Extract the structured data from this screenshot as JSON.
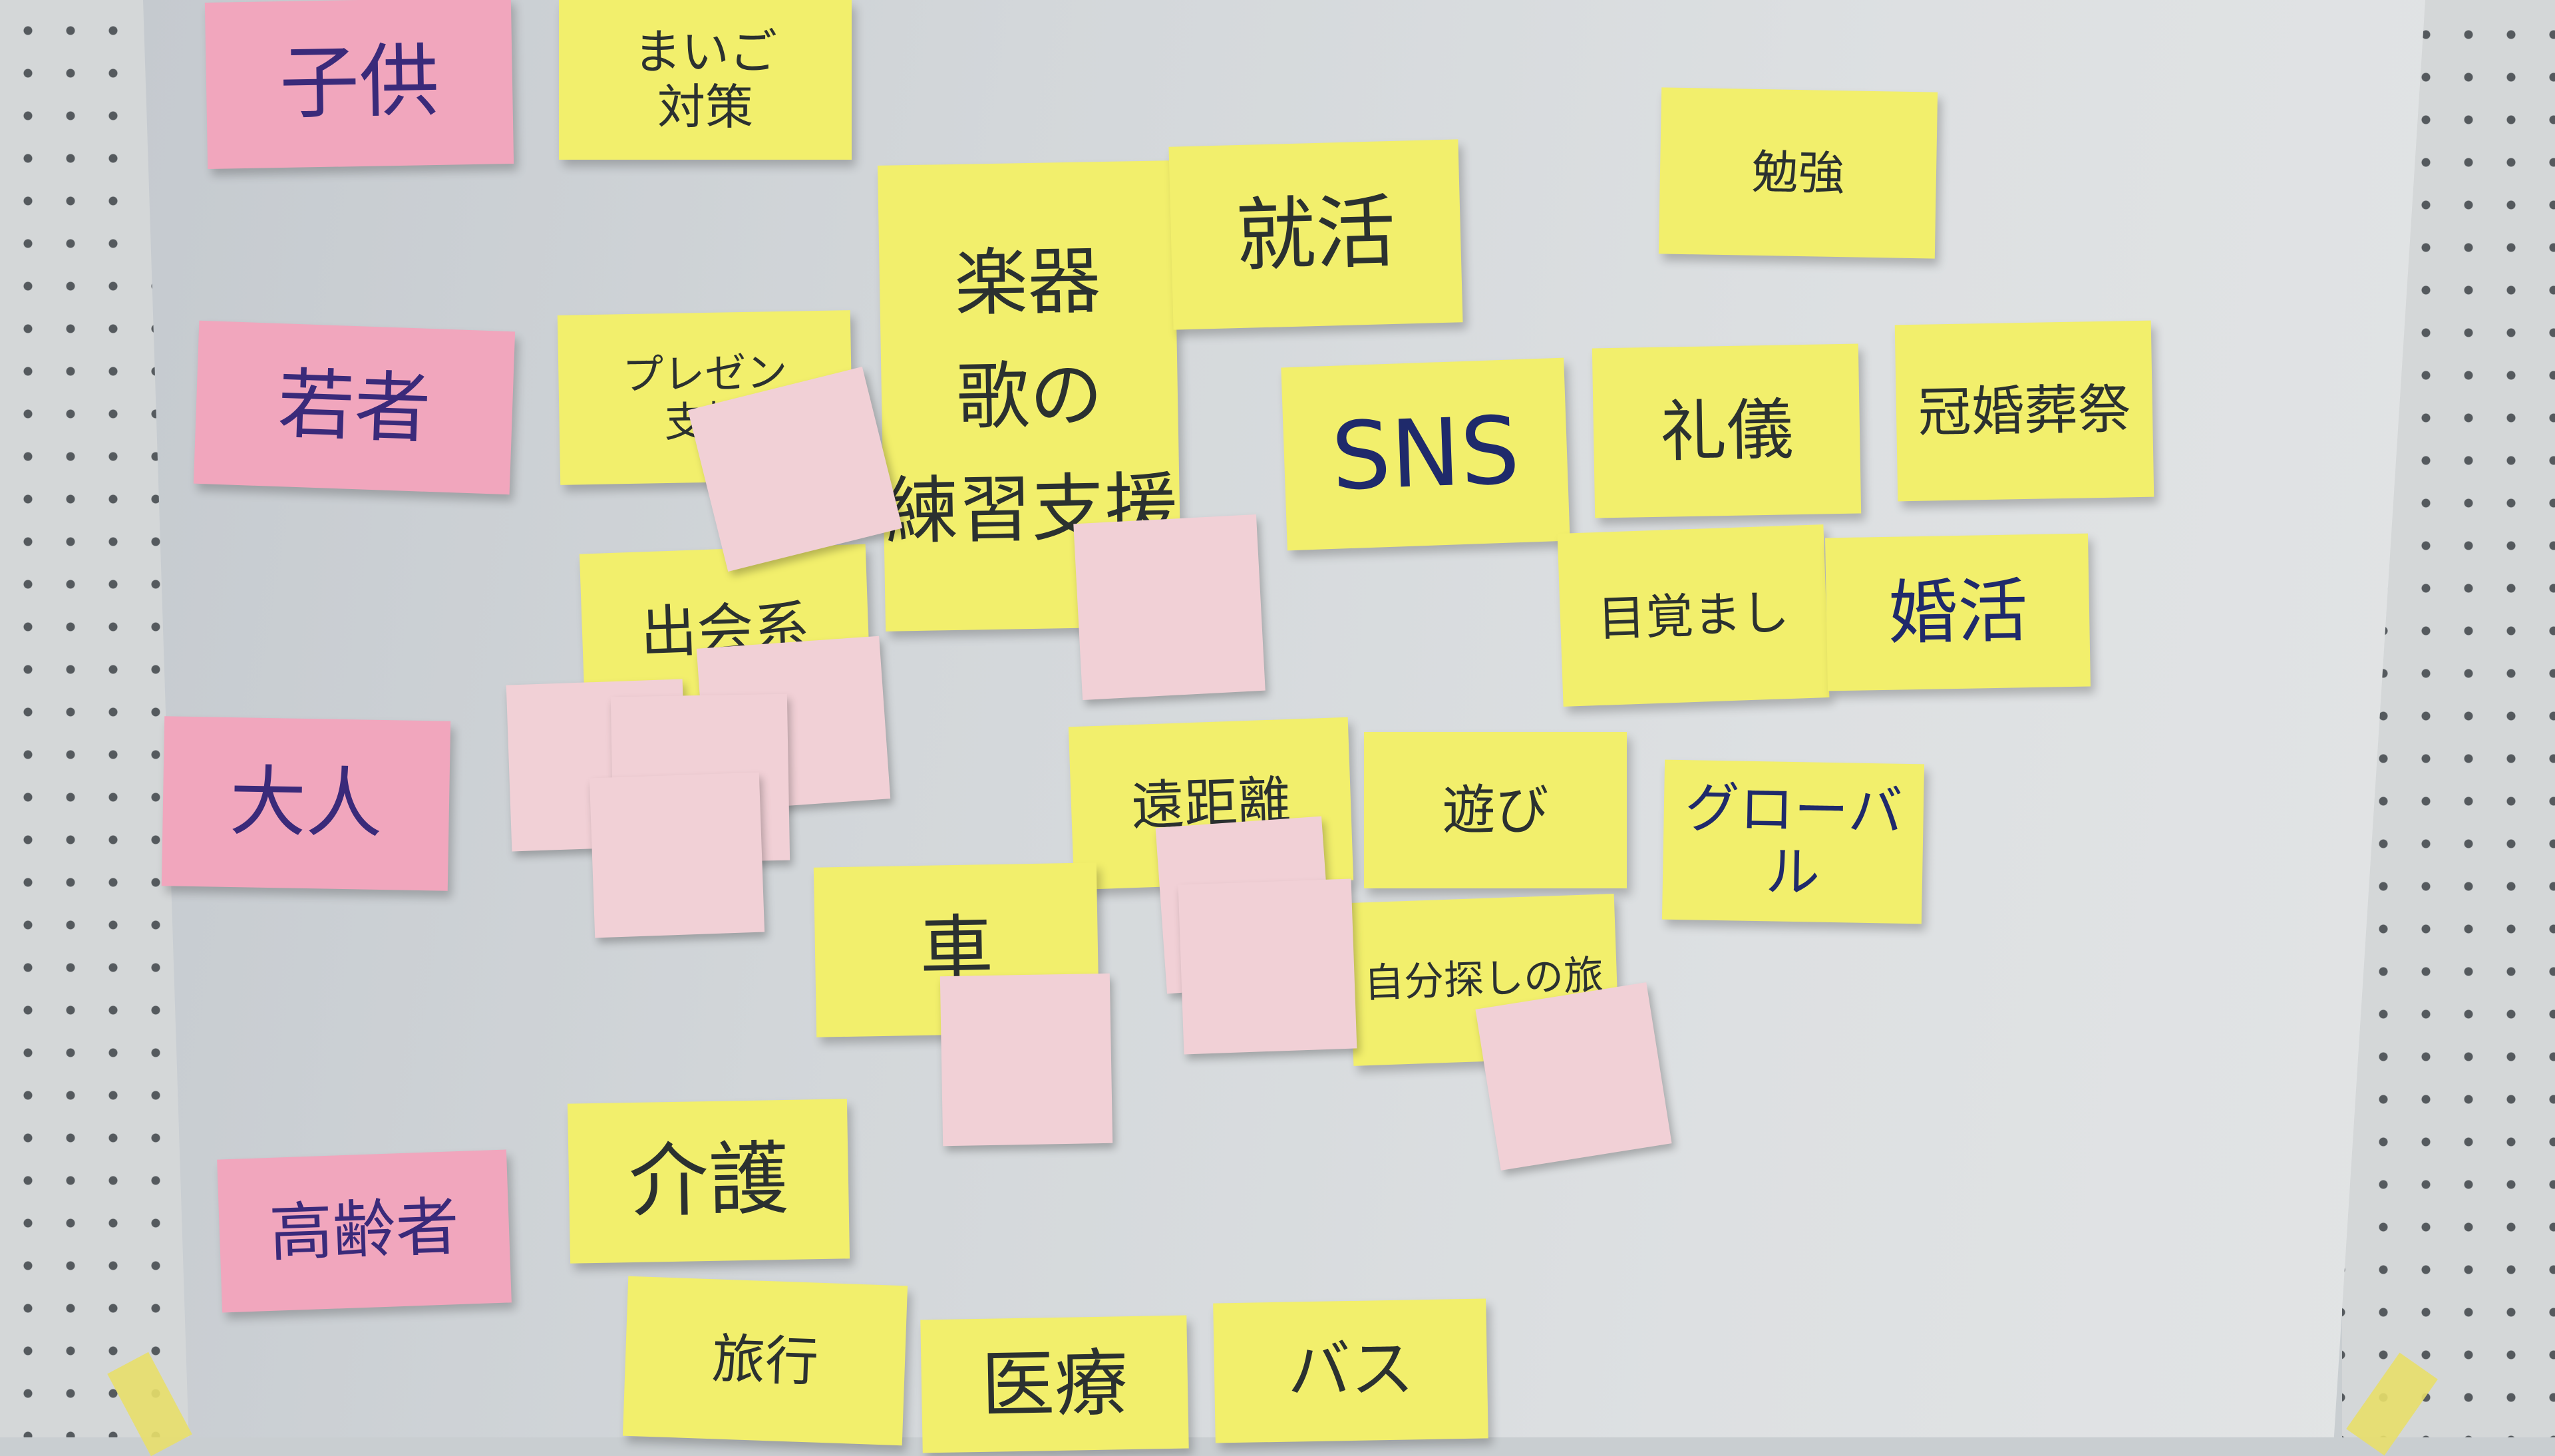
{
  "notes": {
    "kodomo": "子供",
    "maigo": "まいご\n対策",
    "benkyo": "勉強",
    "gakki": "楽器\n歌の\n練習支援",
    "shukatsu": "就活",
    "wakamono": "若者",
    "presen": "プレゼン\n支援",
    "sns": "SNS",
    "reigi": "礼儀",
    "kankon": "冠婚葬祭",
    "deai": "出会系",
    "mezamashi": "目覚まし",
    "konkatsu": "婚活",
    "otona": "大人",
    "enkyori": "遠距離",
    "asobi": "遊び",
    "global": "グローバル",
    "kuruma": "車",
    "jibun": "自分探しの旅",
    "kourei": "高齢者",
    "kaigo": "介護",
    "ryokou": "旅行",
    "iryou": "医療",
    "bus": "バス"
  },
  "colors": {
    "yellow_note": "#f2ef6c",
    "pink_note": "#f1a6bd",
    "blank_note": "#f1d0d6",
    "marker_blue": "#1f2a6b"
  }
}
